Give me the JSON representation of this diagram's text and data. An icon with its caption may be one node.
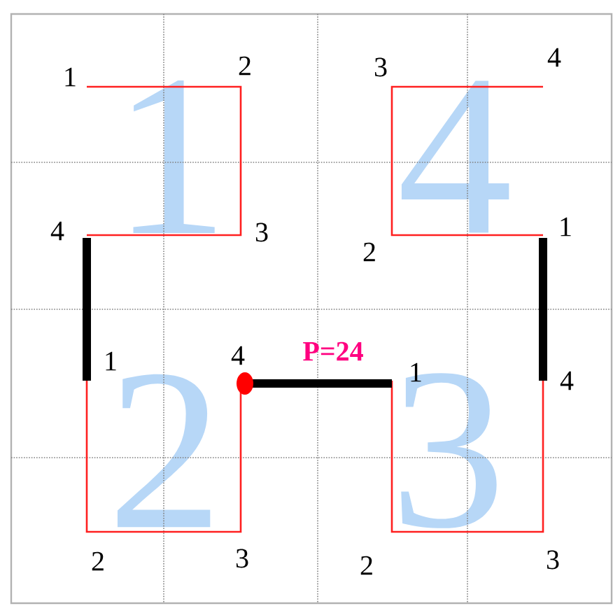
{
  "diagram": {
    "labels": [
      "1",
      "2",
      "3",
      "4",
      "1",
      "4",
      "4",
      "3",
      "2",
      "1",
      "1",
      "4",
      "P=24",
      "1",
      "4",
      "2",
      "3",
      "2",
      "3",
      "2",
      "3"
    ]
  }
}
